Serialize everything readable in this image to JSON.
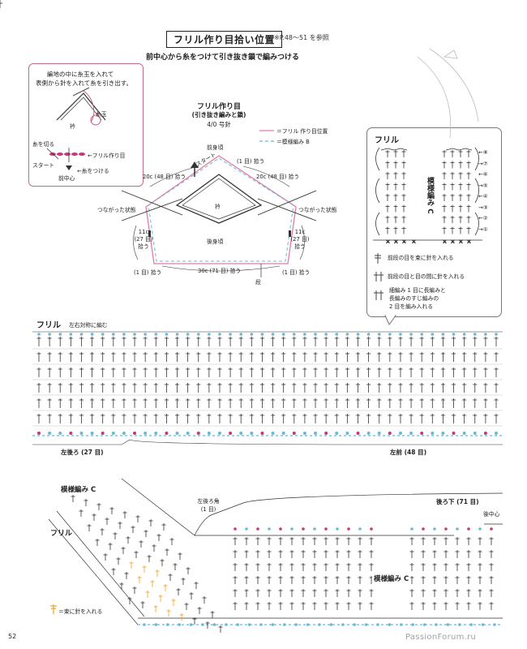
{
  "header": {
    "title": "フリル作り目拾い位置",
    "ref_note": "※P.48～51 を参照",
    "subtitle": "前中心から糸をつけて引き抜き鎖で編みつける"
  },
  "inset_box": {
    "instruction_line1": "編地の中に糸玉を入れて",
    "instruction_line2": "表側から針を入れて糸を引き出す。",
    "yarn_ball": "糸玉",
    "collar": "衿",
    "cut_yarn": "糸を切る",
    "frill_cast_on": "←フリル作り目",
    "start": "スタート",
    "attach_yarn": "←糸をつける",
    "front_center": "前中心"
  },
  "collar_diagram": {
    "title": "フリル作り目",
    "title_sub": "(引き抜き編みと鎖)",
    "needle": "4/0 号針",
    "front_body": "前身頃",
    "back_body": "後身頃",
    "collar": "衿",
    "start": "スタート",
    "pick1_top": "(1 目) 拾う",
    "pick_20c_left": "20c (48 目) 拾う",
    "pick_20c_right": "20c (48 目) 拾う",
    "connected_left": "つながった状態",
    "connected_right": "つながった状態",
    "pick_11c_left": [
      "11c",
      "(27 目)",
      "拾う"
    ],
    "pick_11c_right": [
      "11c",
      "(27 目)",
      "拾う"
    ],
    "pick1_bl": "(1 目) 拾う",
    "pick_30c": "30c (71 目) 拾う",
    "pick1_br": "(1 目) 拾う",
    "dan": "段"
  },
  "legend_lines": {
    "pink": "＝フリル 作り目位置",
    "blue": "＝模様編み B",
    "pink_color": "#e27aa6",
    "blue_color": "#6cb7d6"
  },
  "frill_box": {
    "title": "フリル",
    "pattern": "模様編み C",
    "row_markers": [
      "←⑧",
      "→⑦",
      "←⑥",
      "→⑤",
      "←④",
      "→③",
      "←②",
      "→①"
    ],
    "legend1": "前段の目を束に針を入れる",
    "legend2": "前段の目と目の間に針を入れる",
    "legend3_line1": "細編み 1 目に長編みと",
    "legend3_line2": "長編みのすじ編みの",
    "legend3_line3": "2 目を編み入れる"
  },
  "frill_main": {
    "label": "フリル",
    "note": "左右対称に編む",
    "left_back": "左後ろ (27 目)",
    "left_front": "左前 (48 目)",
    "row_count": 6,
    "column_count": 44
  },
  "corner": {
    "pattern_c_top": "模様編み C",
    "frill": "フリル",
    "left_back_corner": "左後ろ角",
    "left_back_corner_count": "(1 目)",
    "back_bottom": "後ろ下 (71 目)",
    "back_center": "後中心",
    "pattern_c_bottom": "模様編み C",
    "legend_orange": "＝束に針を入れる",
    "orange_color": "#f0a020"
  },
  "footer": {
    "page_number": "52",
    "watermark": "PassionForum.ru"
  }
}
